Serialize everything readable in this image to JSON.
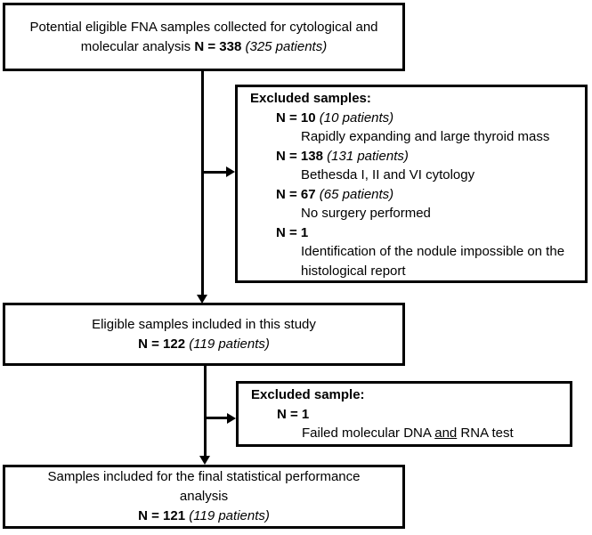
{
  "colors": {
    "box_border": "#000000",
    "connector": "#000000",
    "background": "#ffffff",
    "text": "#000000"
  },
  "boxes": {
    "top": {
      "line1": "Potential eligible FNA samples collected for cytological and",
      "line2_text": "molecular analysis ",
      "line2_n": "N = 338",
      "line2_patients": " (325 patients)"
    },
    "excluded1": {
      "title": "Excluded samples:",
      "items": [
        {
          "n": "N = 10",
          "patients": " (10 patients)",
          "reason": "Rapidly expanding and large thyroid mass"
        },
        {
          "n": "N = 138",
          "patients": " (131 patients)",
          "reason": "Bethesda I, II and VI cytology"
        },
        {
          "n": "N = 67",
          "patients": " (65 patients)",
          "reason": "No surgery performed"
        },
        {
          "n": "N = 1",
          "patients": "",
          "reason": "Identification of the nodule impossible on the histological report"
        }
      ]
    },
    "middle": {
      "line1": "Eligible samples included in this study",
      "n": "N = 122",
      "patients": " (119 patients)"
    },
    "excluded2": {
      "title": "Excluded sample:",
      "n": "N = 1",
      "reason_before": "Failed molecular DNA ",
      "reason_underlined": "and",
      "reason_after": " RNA test"
    },
    "bottom": {
      "line1": "Samples included for the final statistical performance",
      "line2": "analysis",
      "n": "N = 121",
      "patients": " (119 patients)"
    }
  }
}
